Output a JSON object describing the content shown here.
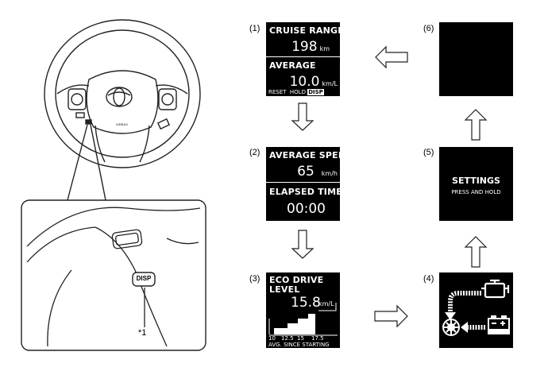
{
  "screens": {
    "s1": {
      "step": "(1)",
      "cruise_label": "CRUISE RANGE",
      "cruise_value": "198",
      "cruise_unit": "km",
      "avg_label": "AVERAGE",
      "avg_value": "10.0",
      "avg_unit": "km/L",
      "footer_reset": "RESET",
      "footer_hold": "HOLD",
      "footer_disp": "DISP"
    },
    "s2": {
      "step": "(2)",
      "speed_label": "AVERAGE SPEED",
      "speed_value": "65",
      "speed_unit": "km/h",
      "time_label": "ELAPSED TIME",
      "time_value": "00:00"
    },
    "s3": {
      "step": "(3)",
      "label_line1": "ECO DRIVE",
      "label_line2": "LEVEL",
      "value": "15.8",
      "unit": "km/L",
      "ticks": [
        "10",
        "12.5",
        "15",
        "17.5"
      ],
      "footer": "AVG. SINCE STARTING"
    },
    "s4": {
      "step": "(4)"
    },
    "s5": {
      "step": "(5)",
      "title": "SETTINGS",
      "subtitle": "PRESS AND HOLD"
    },
    "s6": {
      "step": "(6)"
    }
  },
  "callout": {
    "button_label": "DISP",
    "ref": "*1"
  }
}
